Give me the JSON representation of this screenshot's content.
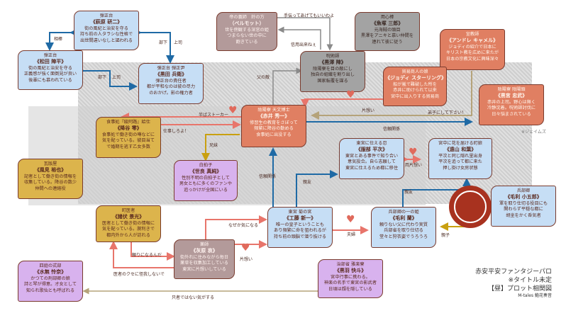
{
  "title": {
    "line1": "赤安平安ファンタジーパロ",
    "line2": "※タイトル未定",
    "line3": "【昼】プロット相関図",
    "credit": "M-tales 鮨花奏音"
  },
  "note_james": "※ジェイムズ",
  "characters": {
    "hagiwara": {
      "role": "弾正台",
      "name": "《萩原 研二》",
      "desc": "街の風紀と治安を守る\n持ち前の人タラシな性格で\n出世間違いなしと謳われる"
    },
    "matsuda": {
      "role": "弾正台",
      "name": "《松田 陣平》",
      "desc": "街の風紀と治安を守る\n正義感が強く面倒見が良い\n後輩にも慕われている"
    },
    "kuroda": {
      "role": "弾正台 弾正尹",
      "name": "《黒田 兵衛》",
      "desc": "弾正台の責任者\n都が平和なのは彼の尽力\nのおかげ。影の権力者"
    },
    "vermouth": {
      "role": "帝の義姉　鈴の方",
      "name": "（ベルモット）",
      "desc": "世を傍観する深窓の姫\nつまらない世の中に\n飽きている"
    },
    "kurosawa": {
      "role": "呪術師",
      "name": "《黒澤 陣》",
      "desc": "陰陽寮を目の敵にし\n独自の組織を割り出し\n国家転覆を謀る"
    },
    "uozuka": {
      "role": "用心棒",
      "name": "《魚塚 三郎》",
      "desc": "元海賊の頭目\n黒澤をアニキと慕い仲間を\n連れて彼に従う"
    },
    "camel": {
      "role": "宣教師",
      "name": "《アンドレ キャメル》",
      "desc": "ジョディの紹介で日本に\nキリスト教を広めに来たが\n日本の宗教文化に興味深々"
    },
    "jodie": {
      "role": "貿易商人の娘",
      "name": "《ジョディ スターリング》",
      "desc": "船が嵐で難破した所を\n赤井に助けられて以来\n宮中に出入りする貿易商"
    },
    "kuromiya": {
      "role": "陰陽寮 陰陽頭",
      "name": "《黒宮 忠武》",
      "desc": "赤井の上司。野心は無く\n冷静沈着。呪術師討伐に\n日々悩まされている"
    },
    "akai": {
      "role": "陰陽寮 天文博士",
      "name": "《赤井 秀一》",
      "desc": "修習生の教育をさぼって\n頻繁に降谷の勤める\n食事処に出没する"
    },
    "furuya": {
      "role": "食事処『綾阿路』給仕",
      "name": "《降谷 零》",
      "desc": "食事処で働き街の噂などに\n気を配っている。彼目当て\nで婚期を逃す乙女多数"
    },
    "kazami": {
      "role": "瓦版屋",
      "name": "《風見 裕也》",
      "desc": "記者として働き街の情報を\n収集している。降谷の数少\n仲間への連絡役"
    },
    "sera": {
      "role": "白拍子",
      "name": "《世良 真純》",
      "desc": "性別不明の白拍子として\n男女ともに多くのファンや\n追っかけが全国にいる"
    },
    "hattori": {
      "role": "東宮に仕える忍",
      "name": "《服部 平次》",
      "desc": "東宮とある事件で知り合い\n意気投合。自ら志願して\n東宮に仕えるため都に移住"
    },
    "toyama": {
      "role": "宮中に花を届ける町娘",
      "name": "《遠山 和葉》",
      "desc": "平次と同じ隠れ里出身\n平次を追って都に来た\n押し掛け女房状態"
    },
    "mouri_kogoro": {
      "role": "兵部卿",
      "name": "《毛利 小五郎》",
      "desc": "軍を取り仕切る役目にも\n関わらず平穏な都に\n胡坐をかく呑気者"
    },
    "morofushi": {
      "role": "町医者",
      "name": "《諸伏 景光》",
      "desc": "医者として働き街の情報に\n気を配っている。腕利きで\n都内外から人が訪れる"
    },
    "kudo": {
      "role": "東宮 菊の宮",
      "name": "《工藤 新一》",
      "desc": "唯一の皇子ということも\nあり頻繁に命を狙われるが\n持ち前の頭脳で潜り抜ける"
    },
    "ran": {
      "role": "兵部卿の一の姫",
      "name": "《毛利 蘭》",
      "desc": "頼りない父に代わり実質\n兵部省を取り仕切る\n堂々と狩衣姿でうろうろ"
    },
    "haibara": {
      "role": "薬師",
      "name": "《灰原 哀》",
      "desc": "街外れに住みながら毎日\n薬草を収集加工している\n東宮に片想いしている"
    },
    "mizunashi": {
      "role": "四庭の式部",
      "name": "《水無 怜奈》",
      "desc": "かつての刑部卿の娘\n詩と琴が得意。才女として\n知られ歌仙とも呼ばれる"
    },
    "kuroba": {
      "role": "治部省 雅楽寮",
      "name": "《黒羽 快斗》",
      "desc": "宮中行事に携わる。\n神楽の名手で東宮の影武者\n日頃は顔を隠している"
    }
  },
  "relations": {
    "aibou": "相棒",
    "buka_joshi_1": "部下",
    "joshi_1": "上司",
    "buka_2": "部下",
    "joshi_2": "上司",
    "tetsudatte": "手伝ってあげてもいいわよ",
    "shinyo": "信用出来ねぇ",
    "chichi_no_kataki": "父の敵",
    "nakaba_stalker": "半ばストーカー",
    "shigoto_shiro": "仕事しろよ！",
    "kataomoi_1": "片想い",
    "deshi": "弟子にして下さい！",
    "shinrai_1": "信頼関係",
    "kyoudai": "兄妹",
    "shinrai_2": "信頼関係",
    "shinyu_1": "親友",
    "ryou_kataomoi": "両片想い",
    "shinyu_2": "親友",
    "oyako": "親子",
    "nazeka": "なぜか気になる",
    "fuufu": "夫婦",
    "tayori": "頼りになるんだ",
    "isha_no_kuse": "医者のクセに怪我しないで",
    "kataomoi_2": "片想い",
    "tadamono": "只者ではない気がする"
  },
  "colors": {
    "blue_line": "#1f6aa5",
    "red_line": "#e8756b",
    "gold_line": "#c9a010",
    "tan_line": "#b5a37a",
    "grey_line": "#8a8a8a",
    "heart": "#e06a5c",
    "seal": "#a8321f"
  }
}
